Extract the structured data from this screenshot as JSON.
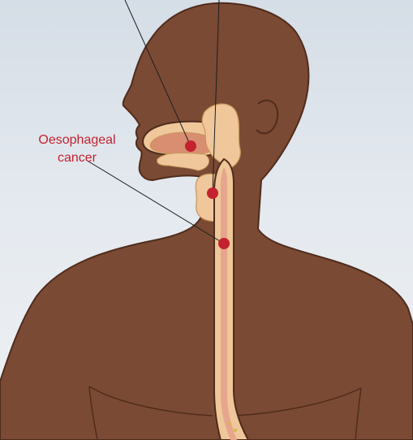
{
  "labels": {
    "oesophageal_line1": "Oesophageal",
    "oesophageal_line2": "cancer"
  },
  "colors": {
    "background": "#e4e9ef",
    "skin": "#7b4a34",
    "skin_outline": "#4f2c1c",
    "organ": "#efc79a",
    "organ_outline": "#c9955c",
    "mouth_interior": "#d98e72",
    "tongue": "#e6a58d",
    "marker": "#c4222e",
    "label_text": "#c4222e",
    "leader_line": "#1e1e1e"
  },
  "icons": {
    "marker": "red-dot"
  }
}
